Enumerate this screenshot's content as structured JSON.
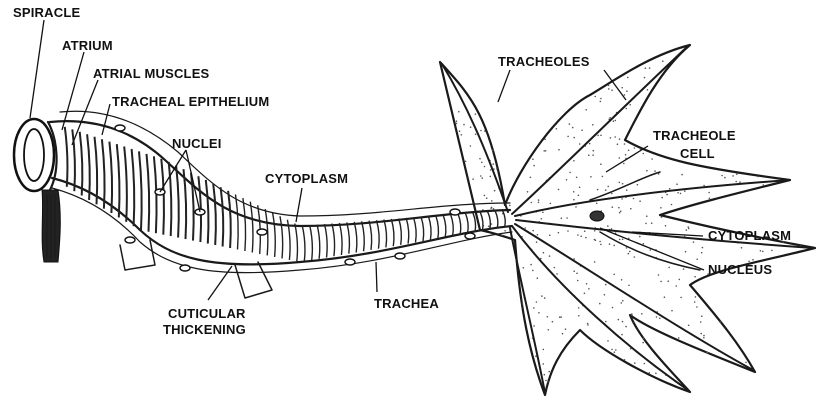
{
  "labels": {
    "spiracle": "SPIRACLE",
    "atrium": "ATRIUM",
    "atrial_muscles": "ATRIAL MUSCLES",
    "tracheal_epithelium": "TRACHEAL  EPITHELIUM",
    "nuclei": "NUCLEI",
    "cytoplasm_trachea": "CYTOPLASM",
    "tracheoles": "TRACHEOLES",
    "tracheole_cell_line1": "TRACHEOLE",
    "tracheole_cell_line2": "CELL",
    "cytoplasm_cell": "CYTOPLASM",
    "nucleus": "NUCLEUS",
    "trachea": "TRACHEA",
    "cuticular_thickening_line1": "CUTICULAR",
    "cuticular_thickening_line2": "THICKENING"
  }
}
